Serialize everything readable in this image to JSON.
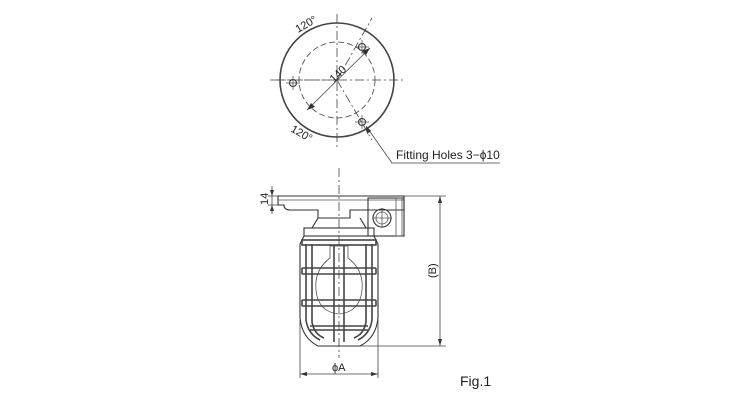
{
  "top_view": {
    "angle_label_top": "120°",
    "angle_label_bottom": "120°",
    "diameter_label": "140"
  },
  "callout": {
    "fitting_holes": "Fitting Holes 3−ϕ10"
  },
  "side_view": {
    "height_label": "14",
    "overall_height_label": "(B)",
    "diameter_label": "ϕA"
  },
  "figure_caption": "Fig.1"
}
